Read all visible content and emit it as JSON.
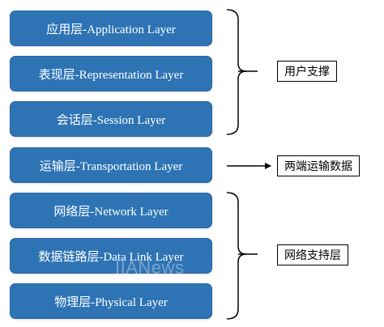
{
  "layers": [
    {
      "label": "应用层-Application Layer"
    },
    {
      "label": "表现层-Representation Layer"
    },
    {
      "label": "会话层-Session Layer"
    },
    {
      "label": "运输层-Transportation Layer"
    },
    {
      "label": "网络层-Network Layer"
    },
    {
      "label": "数据链路层-Data Link Layer"
    },
    {
      "label": "物理层-Physical Layer"
    }
  ],
  "groups": [
    {
      "label": "用户支撑"
    },
    {
      "label": "两端运输数据"
    },
    {
      "label": "网络支持层"
    }
  ],
  "watermark": "IIANews",
  "colors": {
    "layer_fill": "#2e74b5",
    "layer_text": "#ffffff",
    "bracket": "#000000"
  }
}
